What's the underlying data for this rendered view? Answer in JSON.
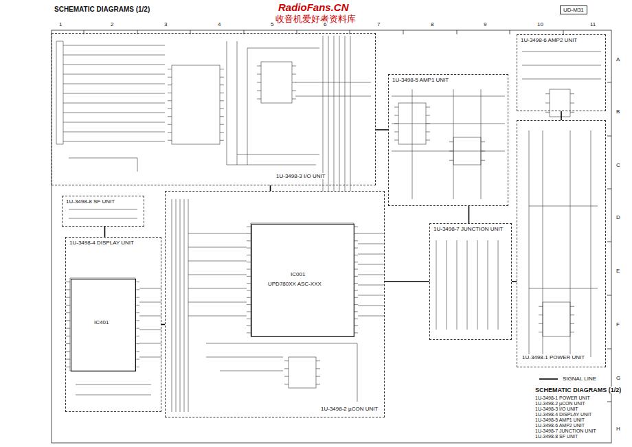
{
  "diagram": {
    "title": "SCHEMATIC DIAGRAMS (1/2)",
    "nodes": [
      {
        "text": [
          "1U-3498-3 I/O UNIT"
        ]
      },
      {
        "text": [
          "1U-3498-5 AMP1 UNIT"
        ]
      },
      {
        "text": [
          "1U-3498-6 AMP2 UNIT"
        ]
      },
      {
        "text": [
          "1U-3498-1 POWER UNIT"
        ]
      },
      {
        "text": [
          "1U-3498-8 SF UNIT"
        ]
      },
      {
        "text": [
          "1U-3498-2 µCON UNIT"
        ]
      },
      {
        "text": [
          "IC001",
          "UPD780XX ASC-XXX"
        ],
        "in": 5
      },
      {
        "text": [
          "1U-3498-7 JUNCTION UNIT"
        ]
      },
      {
        "text": [
          "1U-3498-4 DISPLAY UNIT"
        ]
      },
      {
        "text": [
          "IC401"
        ],
        "in": 8
      }
    ],
    "edges": [
      {
        "from": 0,
        "to": 1,
        "arrow": "none"
      },
      {
        "from": 0,
        "to": 5,
        "arrow": "none"
      },
      {
        "from": 4,
        "to": 8,
        "arrow": "none"
      },
      {
        "from": 8,
        "to": 5,
        "arrow": "none"
      },
      {
        "from": 5,
        "to": 7,
        "arrow": "none"
      },
      {
        "from": 1,
        "to": 7,
        "arrow": "none"
      },
      {
        "from": 7,
        "to": 3,
        "arrow": "none"
      },
      {
        "from": 2,
        "to": 3,
        "arrow": "none"
      }
    ],
    "labels": [
      "RadioFans.CN",
      "收音机爱好者资料库",
      "UD-M31",
      "1",
      "2",
      "3",
      "4",
      "5",
      "6",
      "7",
      "8",
      "9",
      "10",
      "11",
      "A",
      "B",
      "C",
      "D",
      "E",
      "F",
      "G",
      "H",
      "SCHEMATIC DIAGRAMS (1/2)",
      "1U-3498-1 POWER UNIT",
      "1U-3498-2 µCON UNIT",
      "1U-3498-3 I/O UNIT",
      "1U-3498-4 DISPLAY UNIT",
      "1U-3498-5 AMP1 UNIT",
      "1U-3498-6 AMP2 UNIT",
      "1U-3498-7 JUNCTION UNIT",
      "1U-3498-8 SF UNIT"
    ],
    "legend": [
      {
        "text": "SIGNAL LINE"
      }
    ]
  }
}
